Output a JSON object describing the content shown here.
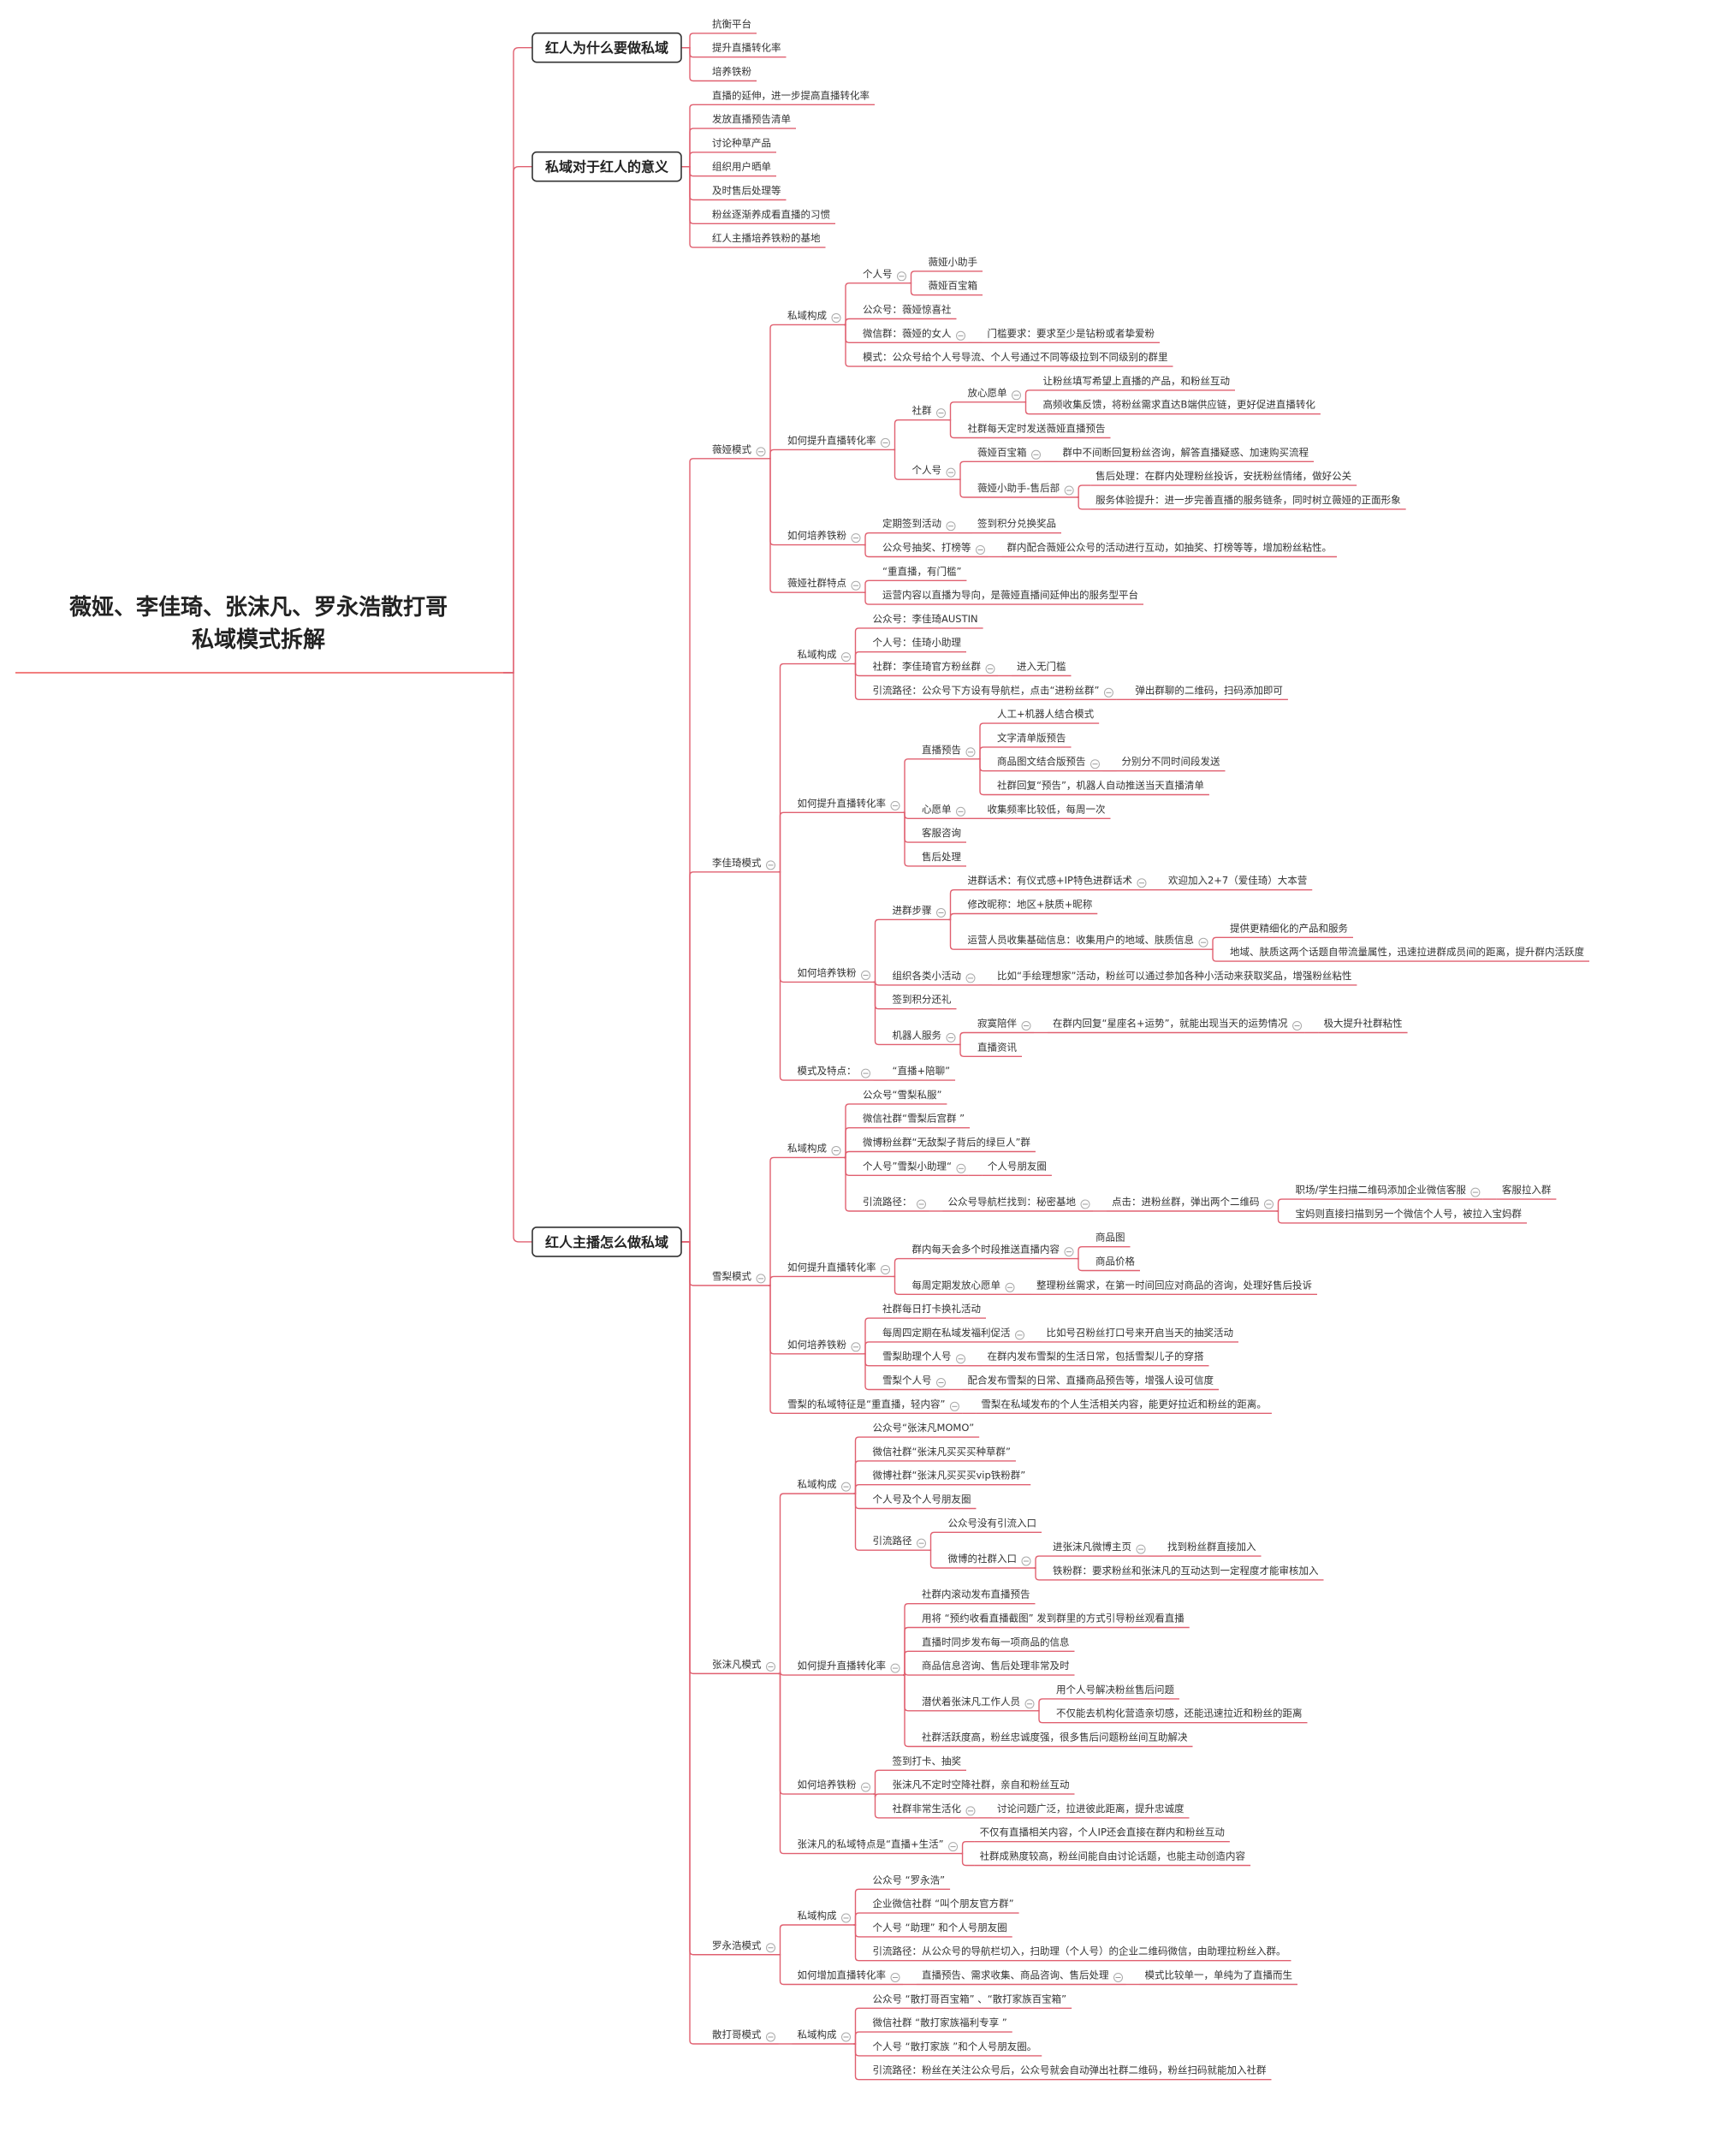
{
  "root": {
    "title_line1": "薇娅、李佳琦、张沫凡、罗永浩散打哥",
    "title_line2": "私域模式拆解"
  },
  "tree": [
    {
      "text": "红人为什么要做私域",
      "children": [
        {
          "text": "抗衡平台"
        },
        {
          "text": "提升直播转化率"
        },
        {
          "text": "培养铁粉"
        }
      ]
    },
    {
      "text": "私域对于红人的意义",
      "children": [
        {
          "text": "直播的延伸，进一步提高直播转化率"
        },
        {
          "text": "发放直播预告清单"
        },
        {
          "text": "讨论种草产品"
        },
        {
          "text": "组织用户晒单"
        },
        {
          "text": "及时售后处理等"
        },
        {
          "text": "粉丝逐渐养成看直播的习惯"
        },
        {
          "text": "红人主播培养铁粉的基地"
        }
      ]
    },
    {
      "text": "红人主播怎么做私域",
      "children": [
        {
          "text": "薇娅模式",
          "children": [
            {
              "text": "私域构成",
              "children": [
                {
                  "text": "个人号",
                  "children": [
                    {
                      "text": "薇娅小助手"
                    },
                    {
                      "text": "薇娅百宝箱"
                    }
                  ]
                },
                {
                  "text": "公众号：薇娅惊喜社"
                },
                {
                  "text": "微信群：薇娅的女人",
                  "children": [
                    {
                      "text": "门槛要求：要求至少是钻粉或者挚爱粉"
                    }
                  ]
                },
                {
                  "text": "模式：公众号给个人号导流、个人号通过不同等级拉到不同级别的群里"
                }
              ]
            },
            {
              "text": "如何提升直播转化率",
              "children": [
                {
                  "text": "社群",
                  "children": [
                    {
                      "text": "放心愿单",
                      "children": [
                        {
                          "text": "让粉丝填写希望上直播的产品，和粉丝互动"
                        },
                        {
                          "text": "高频收集反馈，将粉丝需求直达B端供应链，更好促进直播转化"
                        }
                      ]
                    },
                    {
                      "text": "社群每天定时发送薇娅直播预告"
                    }
                  ]
                },
                {
                  "text": "个人号",
                  "children": [
                    {
                      "text": "薇娅百宝箱",
                      "children": [
                        {
                          "text": "群中不间断回复粉丝咨询，解答直播疑惑、加速购买流程"
                        }
                      ]
                    },
                    {
                      "text": "薇娅小助手-售后部",
                      "children": [
                        {
                          "text": "售后处理：在群内处理粉丝投诉，安抚粉丝情绪，做好公关"
                        },
                        {
                          "text": "服务体验提升：进一步完善直播的服务链条，同时树立薇娅的正面形象"
                        }
                      ]
                    }
                  ]
                }
              ]
            },
            {
              "text": "如何培养铁粉",
              "children": [
                {
                  "text": "定期签到活动",
                  "children": [
                    {
                      "text": "签到积分兑换奖品"
                    }
                  ]
                },
                {
                  "text": "公众号抽奖、打榜等",
                  "children": [
                    {
                      "text": "群内配合薇娅公众号的活动进行互动，如抽奖、打榜等等，增加粉丝粘性。"
                    }
                  ]
                }
              ]
            },
            {
              "text": "薇娅社群特点",
              "children": [
                {
                  "text": "“重直播，有门槛”"
                },
                {
                  "text": "运营内容以直播为导向，是薇娅直播间延伸出的服务型平台"
                }
              ]
            }
          ]
        },
        {
          "text": "李佳琦模式",
          "children": [
            {
              "text": "私域构成",
              "children": [
                {
                  "text": "公众号：李佳琦AUSTIN"
                },
                {
                  "text": "个人号：佳琦小助理"
                },
                {
                  "text": "社群：李佳琦官方粉丝群",
                  "children": [
                    {
                      "text": "进入无门槛"
                    }
                  ]
                },
                {
                  "text": "引流路径：公众号下方设有导航栏，点击“进粉丝群”",
                  "children": [
                    {
                      "text": "弹出群聊的二维码，扫码添加即可"
                    }
                  ]
                }
              ]
            },
            {
              "text": "如何提升直播转化率",
              "children": [
                {
                  "text": "直播预告",
                  "children": [
                    {
                      "text": "人工+机器人结合模式"
                    },
                    {
                      "text": "文字清单版预告"
                    },
                    {
                      "text": "商品图文结合版预告",
                      "children": [
                        {
                          "text": "分别分不同时间段发送"
                        }
                      ]
                    },
                    {
                      "text": "社群回复“预告”，机器人自动推送当天直播清单"
                    }
                  ]
                },
                {
                  "text": "心愿单",
                  "children": [
                    {
                      "text": "收集频率比较低，每周一次"
                    }
                  ]
                },
                {
                  "text": "客服咨询"
                },
                {
                  "text": "售后处理"
                }
              ]
            },
            {
              "text": "如何培养铁粉",
              "children": [
                {
                  "text": "进群步骤",
                  "children": [
                    {
                      "text": "进群话术：有仪式感+IP特色进群话术",
                      "children": [
                        {
                          "text": "欢迎加入2+7（爱佳琦）大本营"
                        }
                      ]
                    },
                    {
                      "text": "修改昵称：地区+肤质+昵称"
                    },
                    {
                      "text": "运营人员收集基础信息：收集用户的地域、肤质信息",
                      "children": [
                        {
                          "text": "提供更精细化的产品和服务"
                        },
                        {
                          "text": "地域、肤质这两个话题自带流量属性，迅速拉进群成员间的距离，提升群内活跃度"
                        }
                      ]
                    }
                  ]
                },
                {
                  "text": "组织各类小活动",
                  "children": [
                    {
                      "text": "比如“手绘理想家”活动，粉丝可以通过参加各种小活动来获取奖品，增强粉丝粘性"
                    }
                  ]
                },
                {
                  "text": "签到积分还礼"
                },
                {
                  "text": "机器人服务",
                  "children": [
                    {
                      "text": "寂寞陪伴",
                      "children": [
                        {
                          "text": "在群内回复“星座名+运势”，就能出现当天的运势情况",
                          "children": [
                            {
                              "text": "极大提升社群粘性"
                            }
                          ]
                        }
                      ]
                    },
                    {
                      "text": "直播资讯"
                    }
                  ]
                }
              ]
            },
            {
              "text": "模式及特点：",
              "children": [
                {
                  "text": "“直播+陪聊”"
                }
              ]
            }
          ]
        },
        {
          "text": "雪梨模式",
          "children": [
            {
              "text": "私域构成",
              "children": [
                {
                  "text": "公众号“雪梨私服”"
                },
                {
                  "text": "微信社群“雪梨后宫群 ”"
                },
                {
                  "text": "微博粉丝群“无敌梨子背后的绿巨人”群"
                },
                {
                  "text": "个人号”雪梨小助理“",
                  "children": [
                    {
                      "text": "个人号朋友圈"
                    }
                  ]
                },
                {
                  "text": "引流路径：",
                  "children": [
                    {
                      "text": "公众号导航栏找到：秘密基地",
                      "children": [
                        {
                          "text": "点击：进粉丝群，弹出两个二维码",
                          "children": [
                            {
                              "text": "职场/学生扫描二维码添加企业微信客服",
                              "children": [
                                {
                                  "text": "客服拉入群"
                                }
                              ]
                            },
                            {
                              "text": "宝妈则直接扫描到另一个微信个人号，被拉入宝妈群"
                            }
                          ]
                        }
                      ]
                    }
                  ]
                }
              ]
            },
            {
              "text": "如何提升直播转化率",
              "children": [
                {
                  "text": "群内每天会多个时段推送直播内容",
                  "children": [
                    {
                      "text": "商品图"
                    },
                    {
                      "text": "商品价格"
                    }
                  ]
                },
                {
                  "text": "每周定期发放心愿单",
                  "children": [
                    {
                      "text": "整理粉丝需求，在第一时间回应对商品的咨询，处理好售后投诉"
                    }
                  ]
                }
              ]
            },
            {
              "text": "如何培养铁粉",
              "children": [
                {
                  "text": "社群每日打卡换礼活动"
                },
                {
                  "text": "每周四定期在私域发福利促活",
                  "children": [
                    {
                      "text": "比如号召粉丝打口号来开启当天的抽奖活动"
                    }
                  ]
                },
                {
                  "text": "雪梨助理个人号",
                  "children": [
                    {
                      "text": "在群内发布雪梨的生活日常，包括雪梨儿子的穿搭"
                    }
                  ]
                },
                {
                  "text": "雪梨个人号",
                  "children": [
                    {
                      "text": "配合发布雪梨的日常、直播商品预告等，增强人设可信度"
                    }
                  ]
                }
              ]
            },
            {
              "text": "雪梨的私域特征是“重直播，轻内容”",
              "children": [
                {
                  "text": "雪梨在私域发布的个人生活相关内容，能更好拉近和粉丝的距离。"
                }
              ]
            }
          ]
        },
        {
          "text": "张沫凡模式",
          "children": [
            {
              "text": "私域构成",
              "children": [
                {
                  "text": "公众号“张沫凡MOMO”"
                },
                {
                  "text": "微信社群“张沫凡买买买种草群”"
                },
                {
                  "text": "微博社群“张沫凡买买买vip铁粉群”"
                },
                {
                  "text": "个人号及个人号朋友圈"
                },
                {
                  "text": "引流路径",
                  "children": [
                    {
                      "text": "公众号没有引流入口"
                    },
                    {
                      "text": "微博的社群入口",
                      "children": [
                        {
                          "text": "进张沫凡微博主页",
                          "children": [
                            {
                              "text": "找到粉丝群直接加入"
                            }
                          ]
                        },
                        {
                          "text": "铁粉群：要求粉丝和张沫凡的互动达到一定程度才能审核加入"
                        }
                      ]
                    }
                  ]
                }
              ]
            },
            {
              "text": "如何提升直播转化率",
              "children": [
                {
                  "text": "社群内滚动发布直播预告"
                },
                {
                  "text": "用将 “预约收看直播截图” 发到群里的方式引导粉丝观看直播"
                },
                {
                  "text": "直播时同步发布每一项商品的信息"
                },
                {
                  "text": "商品信息咨询、售后处理非常及时"
                },
                {
                  "text": "潜伏着张沫凡工作人员",
                  "children": [
                    {
                      "text": "用个人号解决粉丝售后问题"
                    },
                    {
                      "text": "不仅能去机构化营造亲切感，还能迅速拉近和粉丝的距离"
                    }
                  ]
                },
                {
                  "text": "社群活跃度高，粉丝忠诚度强，很多售后问题粉丝间互助解决"
                }
              ]
            },
            {
              "text": "如何培养铁粉",
              "children": [
                {
                  "text": "签到打卡、抽奖"
                },
                {
                  "text": "张沫凡不定时空降社群，亲自和粉丝互动"
                },
                {
                  "text": "社群非常生活化",
                  "children": [
                    {
                      "text": "讨论问题广泛，拉进彼此距离，提升忠诚度"
                    }
                  ]
                }
              ]
            },
            {
              "text": "张沫凡的私域特点是“直播+生活”",
              "children": [
                {
                  "text": "不仅有直播相关内容，个人IP还会直接在群内和粉丝互动"
                },
                {
                  "text": "社群成熟度较高，粉丝间能自由讨论话题，也能主动创造内容"
                }
              ]
            }
          ]
        },
        {
          "text": "罗永浩模式",
          "children": [
            {
              "text": "私域构成",
              "children": [
                {
                  "text": "公众号 “罗永浩”"
                },
                {
                  "text": "企业微信社群 “叫个朋友官方群”"
                },
                {
                  "text": "个人号 “助理” 和个人号朋友圈"
                },
                {
                  "text": "引流路径：从公众号的导航栏切入，扫助理（个人号）的企业二维码微信，由助理拉粉丝入群。"
                }
              ]
            },
            {
              "text": "如何增加直播转化率",
              "children": [
                {
                  "text": "直播预告、需求收集、商品咨询、售后处理",
                  "children": [
                    {
                      "text": "模式比较单一，单纯为了直播而生"
                    }
                  ]
                }
              ]
            }
          ]
        },
        {
          "text": "散打哥模式",
          "children": [
            {
              "text": "私域构成",
              "children": [
                {
                  "text": "公众号 “散打哥百宝箱” 、“散打家族百宝箱”"
                },
                {
                  "text": "微信社群 “散打家族福利专享 ”"
                },
                {
                  "text": "个人号 “散打家族 ”和个人号朋友圈。"
                },
                {
                  "text": "引流路径：粉丝在关注公众号后，公众号就会自动弹出社群二维码，粉丝扫码就能加入社群"
                }
              ]
            }
          ]
        }
      ]
    }
  ]
}
